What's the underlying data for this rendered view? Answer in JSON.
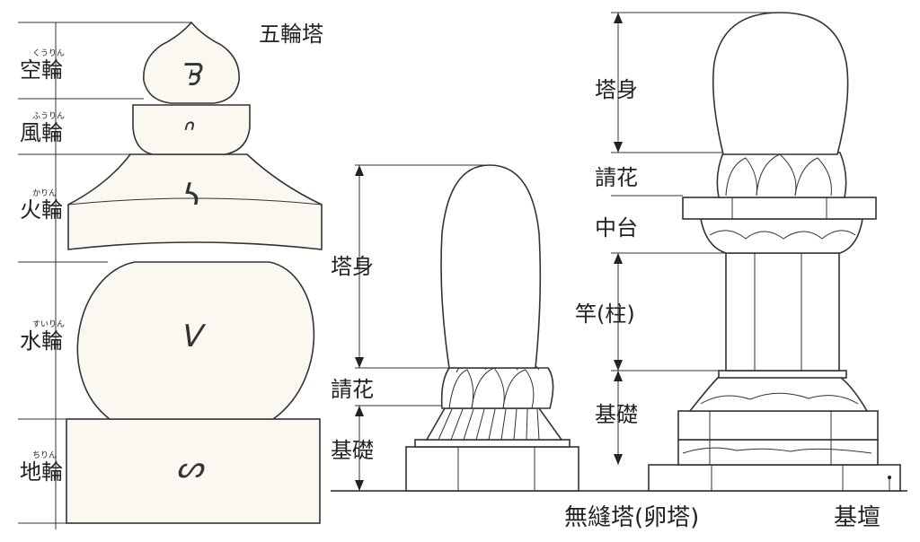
{
  "gorinto": {
    "title": "五輪塔",
    "parts": [
      {
        "name": "空輪",
        "reading": "くうりん",
        "bonji": "ᘋ"
      },
      {
        "name": "風輪",
        "reading": "ふうりん",
        "bonji": "ᐢ"
      },
      {
        "name": "火輪",
        "reading": "かりん",
        "bonji": "ᓴ"
      },
      {
        "name": "水輪",
        "reading": "すいりん",
        "bonji": "ᐯ"
      },
      {
        "name": "地輪",
        "reading": "ちりん",
        "bonji": "ᔕ"
      }
    ]
  },
  "muhoto_simple": {
    "labels": {
      "body": "塔身",
      "flower": "請花",
      "base": "基礎"
    }
  },
  "muhoto_full": {
    "labels": {
      "body": "塔身",
      "flower": "請花",
      "middle": "中台",
      "pole": "竿(柱)",
      "base": "基礎"
    }
  },
  "captions": {
    "muhoto": "無縫塔(卵塔)",
    "platform": "基壇"
  }
}
